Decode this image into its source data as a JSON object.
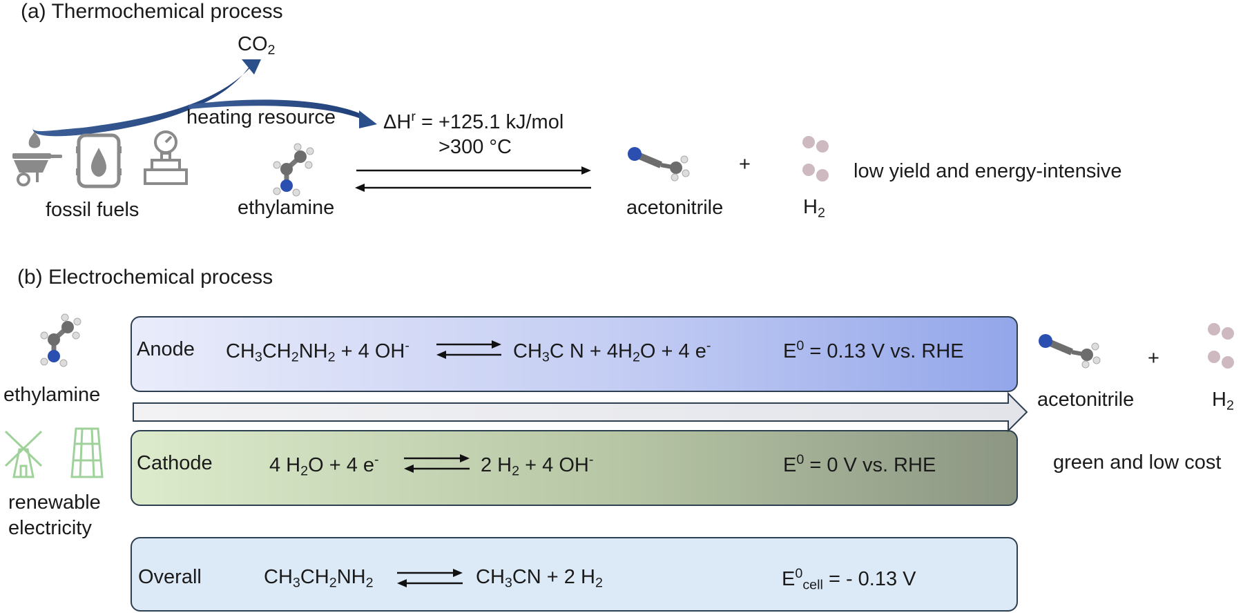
{
  "panel_a": {
    "title": "(a) Thermochemical process",
    "co2": {
      "main": "CO",
      "sub": "2"
    },
    "heating_resource": "heating resource",
    "delta_h": {
      "pre": "ΔH",
      "sup": "r",
      "post": " = +125.1 kJ/mol"
    },
    "temperature": ">300 °C",
    "fossil_fuels": "fossil fuels",
    "ethylamine": "ethylamine",
    "acetonitrile": "acetonitrile",
    "plus": "+",
    "h2": {
      "main": "H",
      "sub": "2"
    },
    "note": "low yield and energy-intensive"
  },
  "panel_b": {
    "title": "(b) Electrochemical process",
    "ethylamine": "ethylamine",
    "renewable_line1": "renewable",
    "renewable_line2": "electricity",
    "acetonitrile": "acetonitrile",
    "plus": "+",
    "h2": {
      "main": "H",
      "sub": "2"
    },
    "note": "green and low cost",
    "anode": {
      "label": "Anode",
      "lhs": {
        "a": "CH",
        "s1": "3",
        "b": "CH",
        "s2": "2",
        "c": "NH",
        "s3": "2",
        "d": " + 4 OH",
        "sup": "-"
      },
      "rhs": {
        "a": "CH",
        "s1": "3",
        "b": "C N + 4H",
        "s2": "2",
        "c": "O + 4 e",
        "sup": "-"
      },
      "potential": {
        "e": "E",
        "sup": "0",
        "rest": " = 0.13 V vs. RHE"
      }
    },
    "cathode": {
      "label": "Cathode",
      "lhs": {
        "a": "4 H",
        "s1": "2",
        "b": "O + 4 e",
        "sup": "-"
      },
      "rhs": {
        "a": "2 H",
        "s1": "2",
        "b": " + 4 OH",
        "sup": "-"
      },
      "potential": {
        "e": "E",
        "sup": "0",
        "rest": " = 0 V vs. RHE"
      }
    },
    "overall": {
      "label": "Overall",
      "lhs": {
        "a": "CH",
        "s1": "3",
        "b": "CH",
        "s2": "2",
        "c": "NH",
        "s3": "2"
      },
      "rhs": {
        "a": "CH",
        "s1": "3",
        "b": "CN + 2 H",
        "s2": "2"
      },
      "potential": {
        "e": "E",
        "sup": "0",
        "sub": "cell",
        "rest": " = - 0.13 V"
      }
    }
  },
  "colors": {
    "arrow_blue": "#2b4f8a",
    "icon_gray": "#8a8a8a",
    "icon_green": "#9fd29a",
    "nitrogen": "#2a4fb0",
    "carbon": "#6d6d6d",
    "hydrogen_molecule": "#cdb9bf"
  }
}
